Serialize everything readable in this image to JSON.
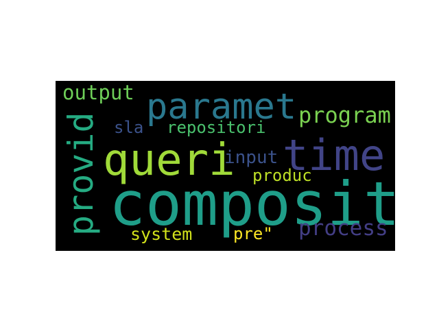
{
  "words": {
    "composit": {
      "text": "composit",
      "color": "#1f9e89"
    },
    "queri": {
      "text": "queri",
      "color": "#a0da39"
    },
    "time": {
      "text": "time",
      "color": "#414487"
    },
    "paramet": {
      "text": "paramet",
      "color": "#2a788e"
    },
    "provid": {
      "text": "provid",
      "color": "#25ab82"
    },
    "program": {
      "text": "program",
      "color": "#7ad151"
    },
    "output": {
      "text": "output",
      "color": "#6ece58"
    },
    "process": {
      "text": "process",
      "color": "#433e85"
    },
    "repositori": {
      "text": "repositori",
      "color": "#4ac16d"
    },
    "sla": {
      "text": "sla",
      "color": "#3b528b"
    },
    "input": {
      "text": "input",
      "color": "#3b528b"
    },
    "produc": {
      "text": "produc",
      "color": "#bddf26"
    },
    "system": {
      "text": "system",
      "color": "#d2e21b"
    },
    "pre": {
      "text": "pre\"",
      "color": "#fde725"
    }
  }
}
